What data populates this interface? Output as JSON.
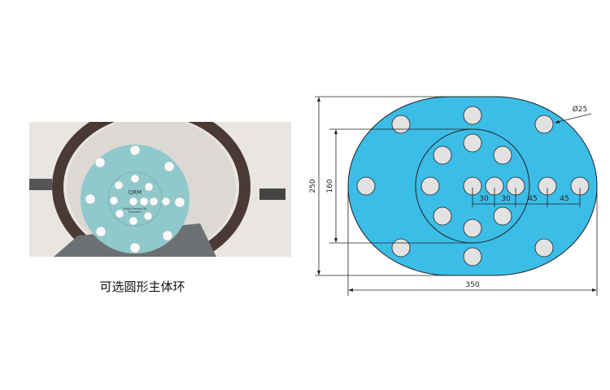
{
  "photo": {
    "label": "QRM",
    "sublabel_line1": "Multi-Energy-QA",
    "sublabel_line2": "Phantom",
    "disc_color": "#8fc9cc"
  },
  "caption": "可选圆形主体环",
  "drawing": {
    "fill_color": "#3bbde8",
    "hole_color": "#e2e2e2",
    "dimensions": {
      "height": "250",
      "inner_diameter": "160",
      "width": "350",
      "hole_diameter": "Ø25",
      "spacing_1": "30",
      "spacing_2": "30",
      "spacing_3": "45",
      "spacing_4": "45"
    }
  }
}
